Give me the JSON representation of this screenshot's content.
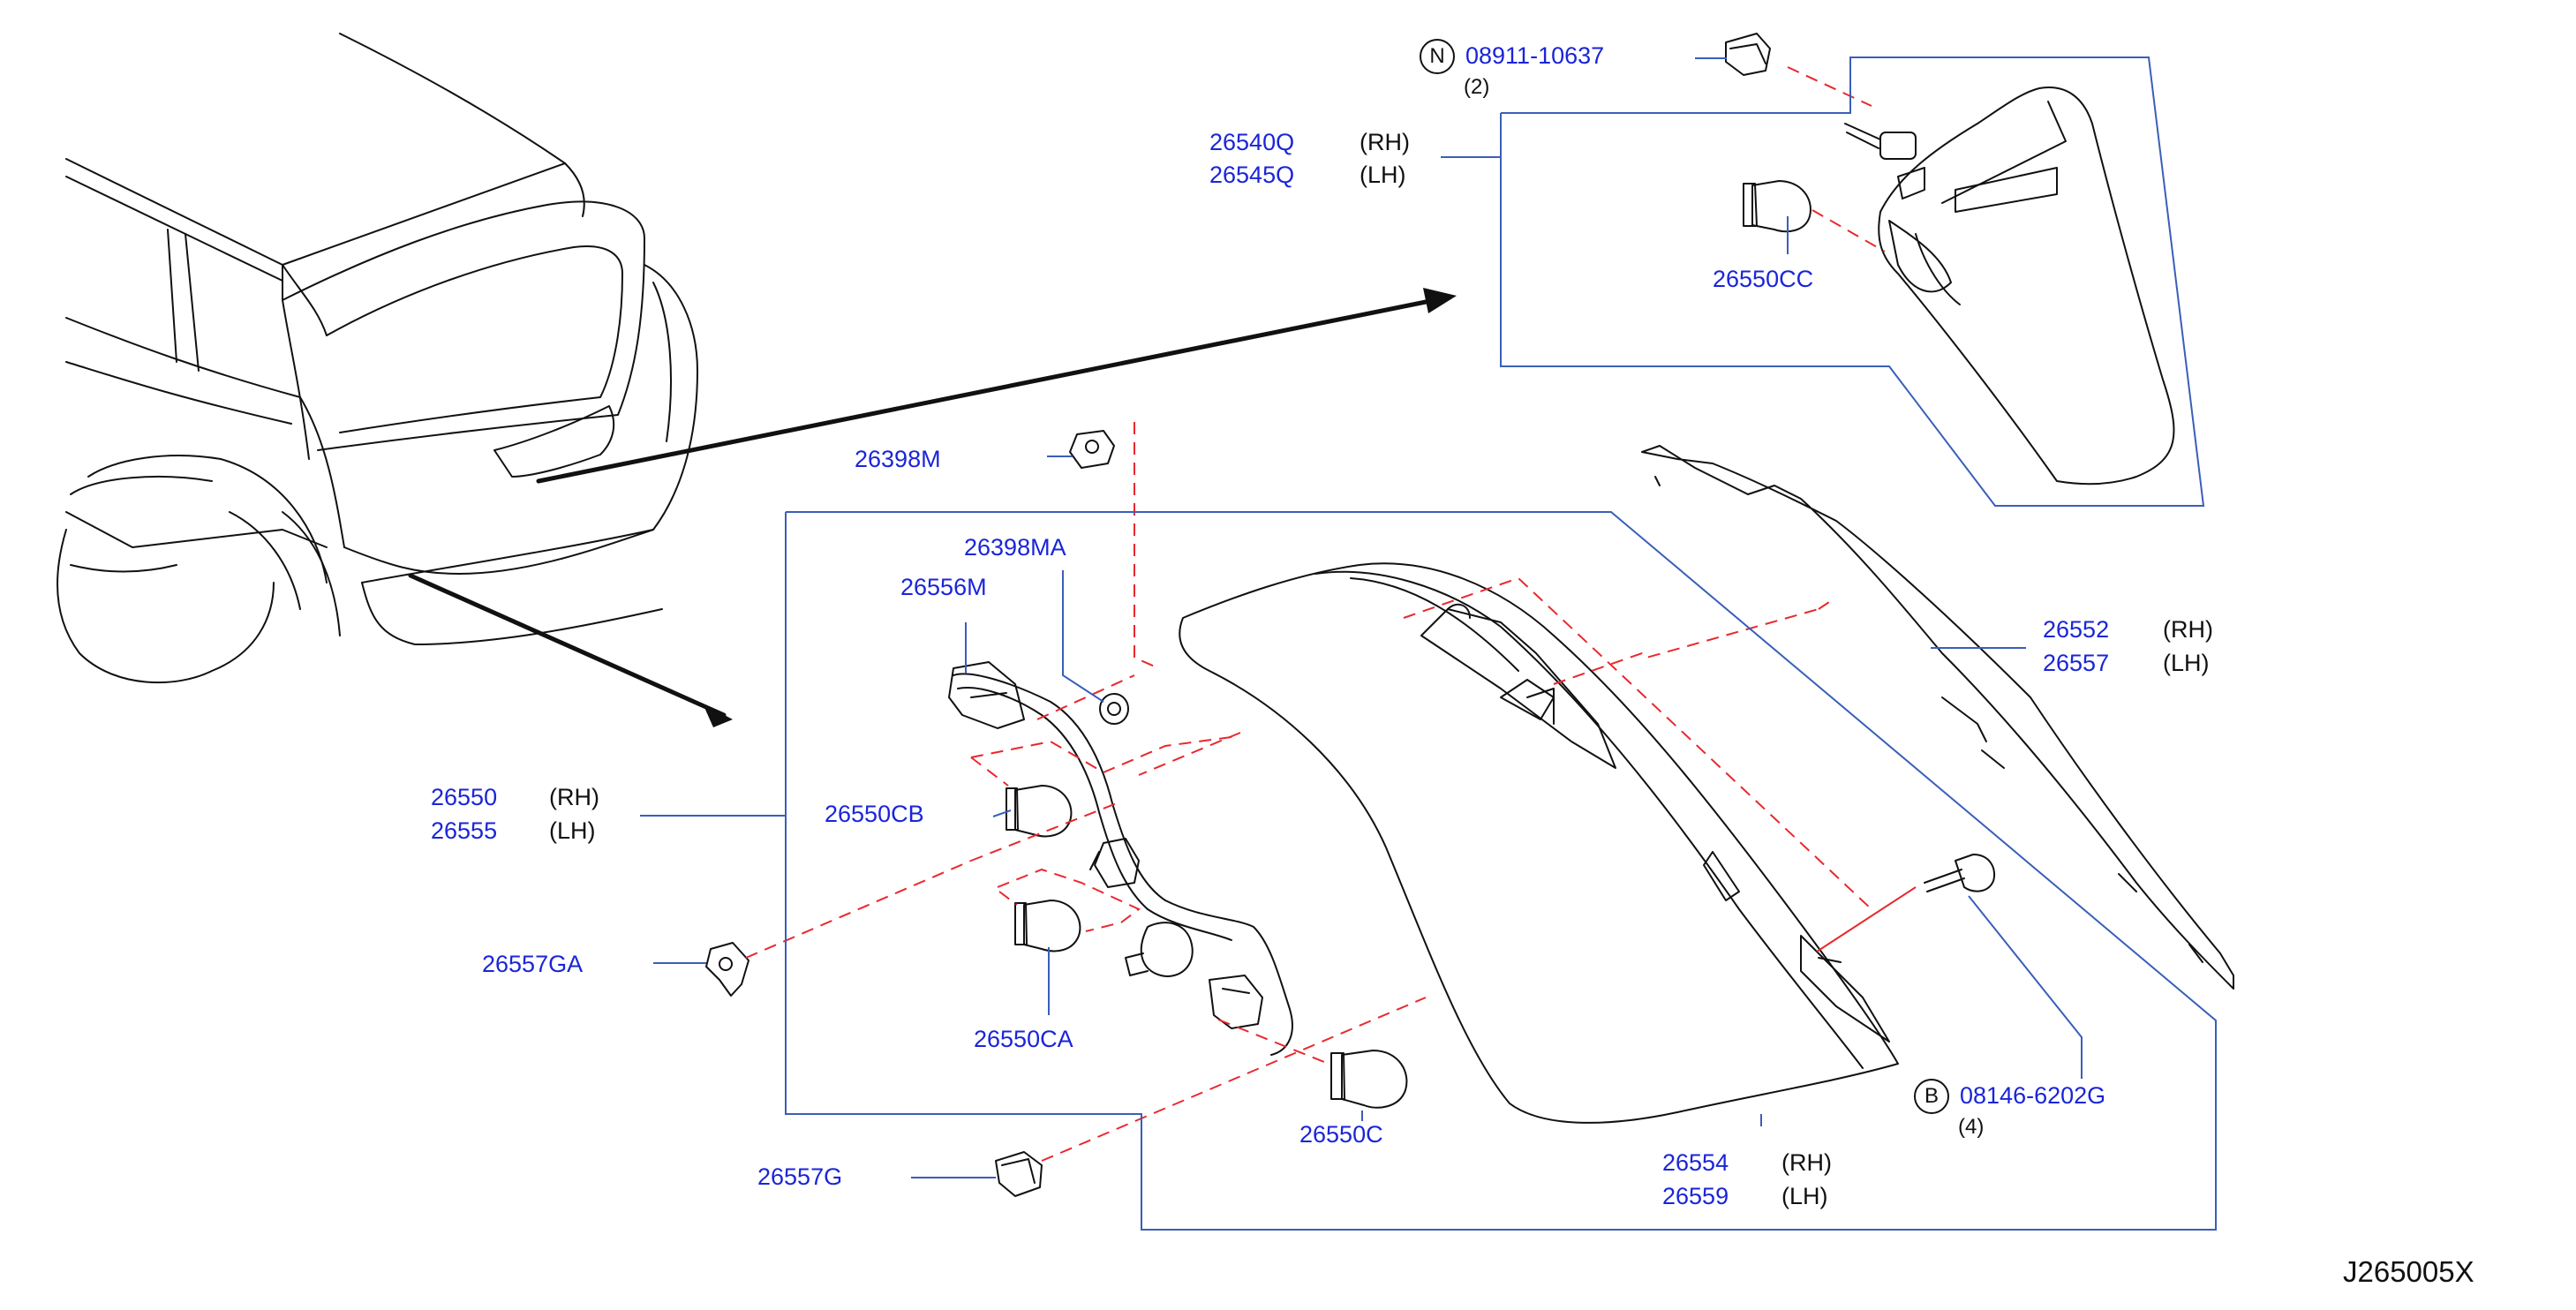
{
  "diagram_code": "J265005X",
  "parts": {
    "upper_nut": {
      "symbol": "N",
      "number": "08911-10637",
      "qty": "(2)"
    },
    "upper_lamp_rh": {
      "number": "26540Q",
      "side": "(RH)"
    },
    "upper_lamp_lh": {
      "number": "26545Q",
      "side": "(LH)"
    },
    "upper_bulb": {
      "number": "26550CC"
    },
    "holder_plug": {
      "number": "26398M"
    },
    "grommet": {
      "number": "26398MA"
    },
    "harness": {
      "number": "26556M"
    },
    "lamp_rh": {
      "number": "26550",
      "side": "(RH)"
    },
    "lamp_lh": {
      "number": "26555",
      "side": "(LH)"
    },
    "bulb_cb": {
      "number": "26550CB"
    },
    "nut_ga": {
      "number": "26557GA"
    },
    "bulb_ca": {
      "number": "26550CA"
    },
    "bulb_c": {
      "number": "26550C"
    },
    "nut_g": {
      "number": "26557G"
    },
    "gasket_rh": {
      "number": "26552",
      "side": "(RH)"
    },
    "gasket_lh": {
      "number": "26557",
      "side": "(LH)"
    },
    "bolt": {
      "symbol": "B",
      "number": "08146-6202G",
      "qty": "(4)"
    },
    "housing_rh": {
      "number": "26554",
      "side": "(RH)"
    },
    "housing_lh": {
      "number": "26559",
      "side": "(LH)"
    }
  },
  "colors": {
    "part_number": "#1a25d8",
    "callout_line": "#3a5fb8",
    "dashed_line": "#e8282e",
    "drawing": "#111111"
  }
}
